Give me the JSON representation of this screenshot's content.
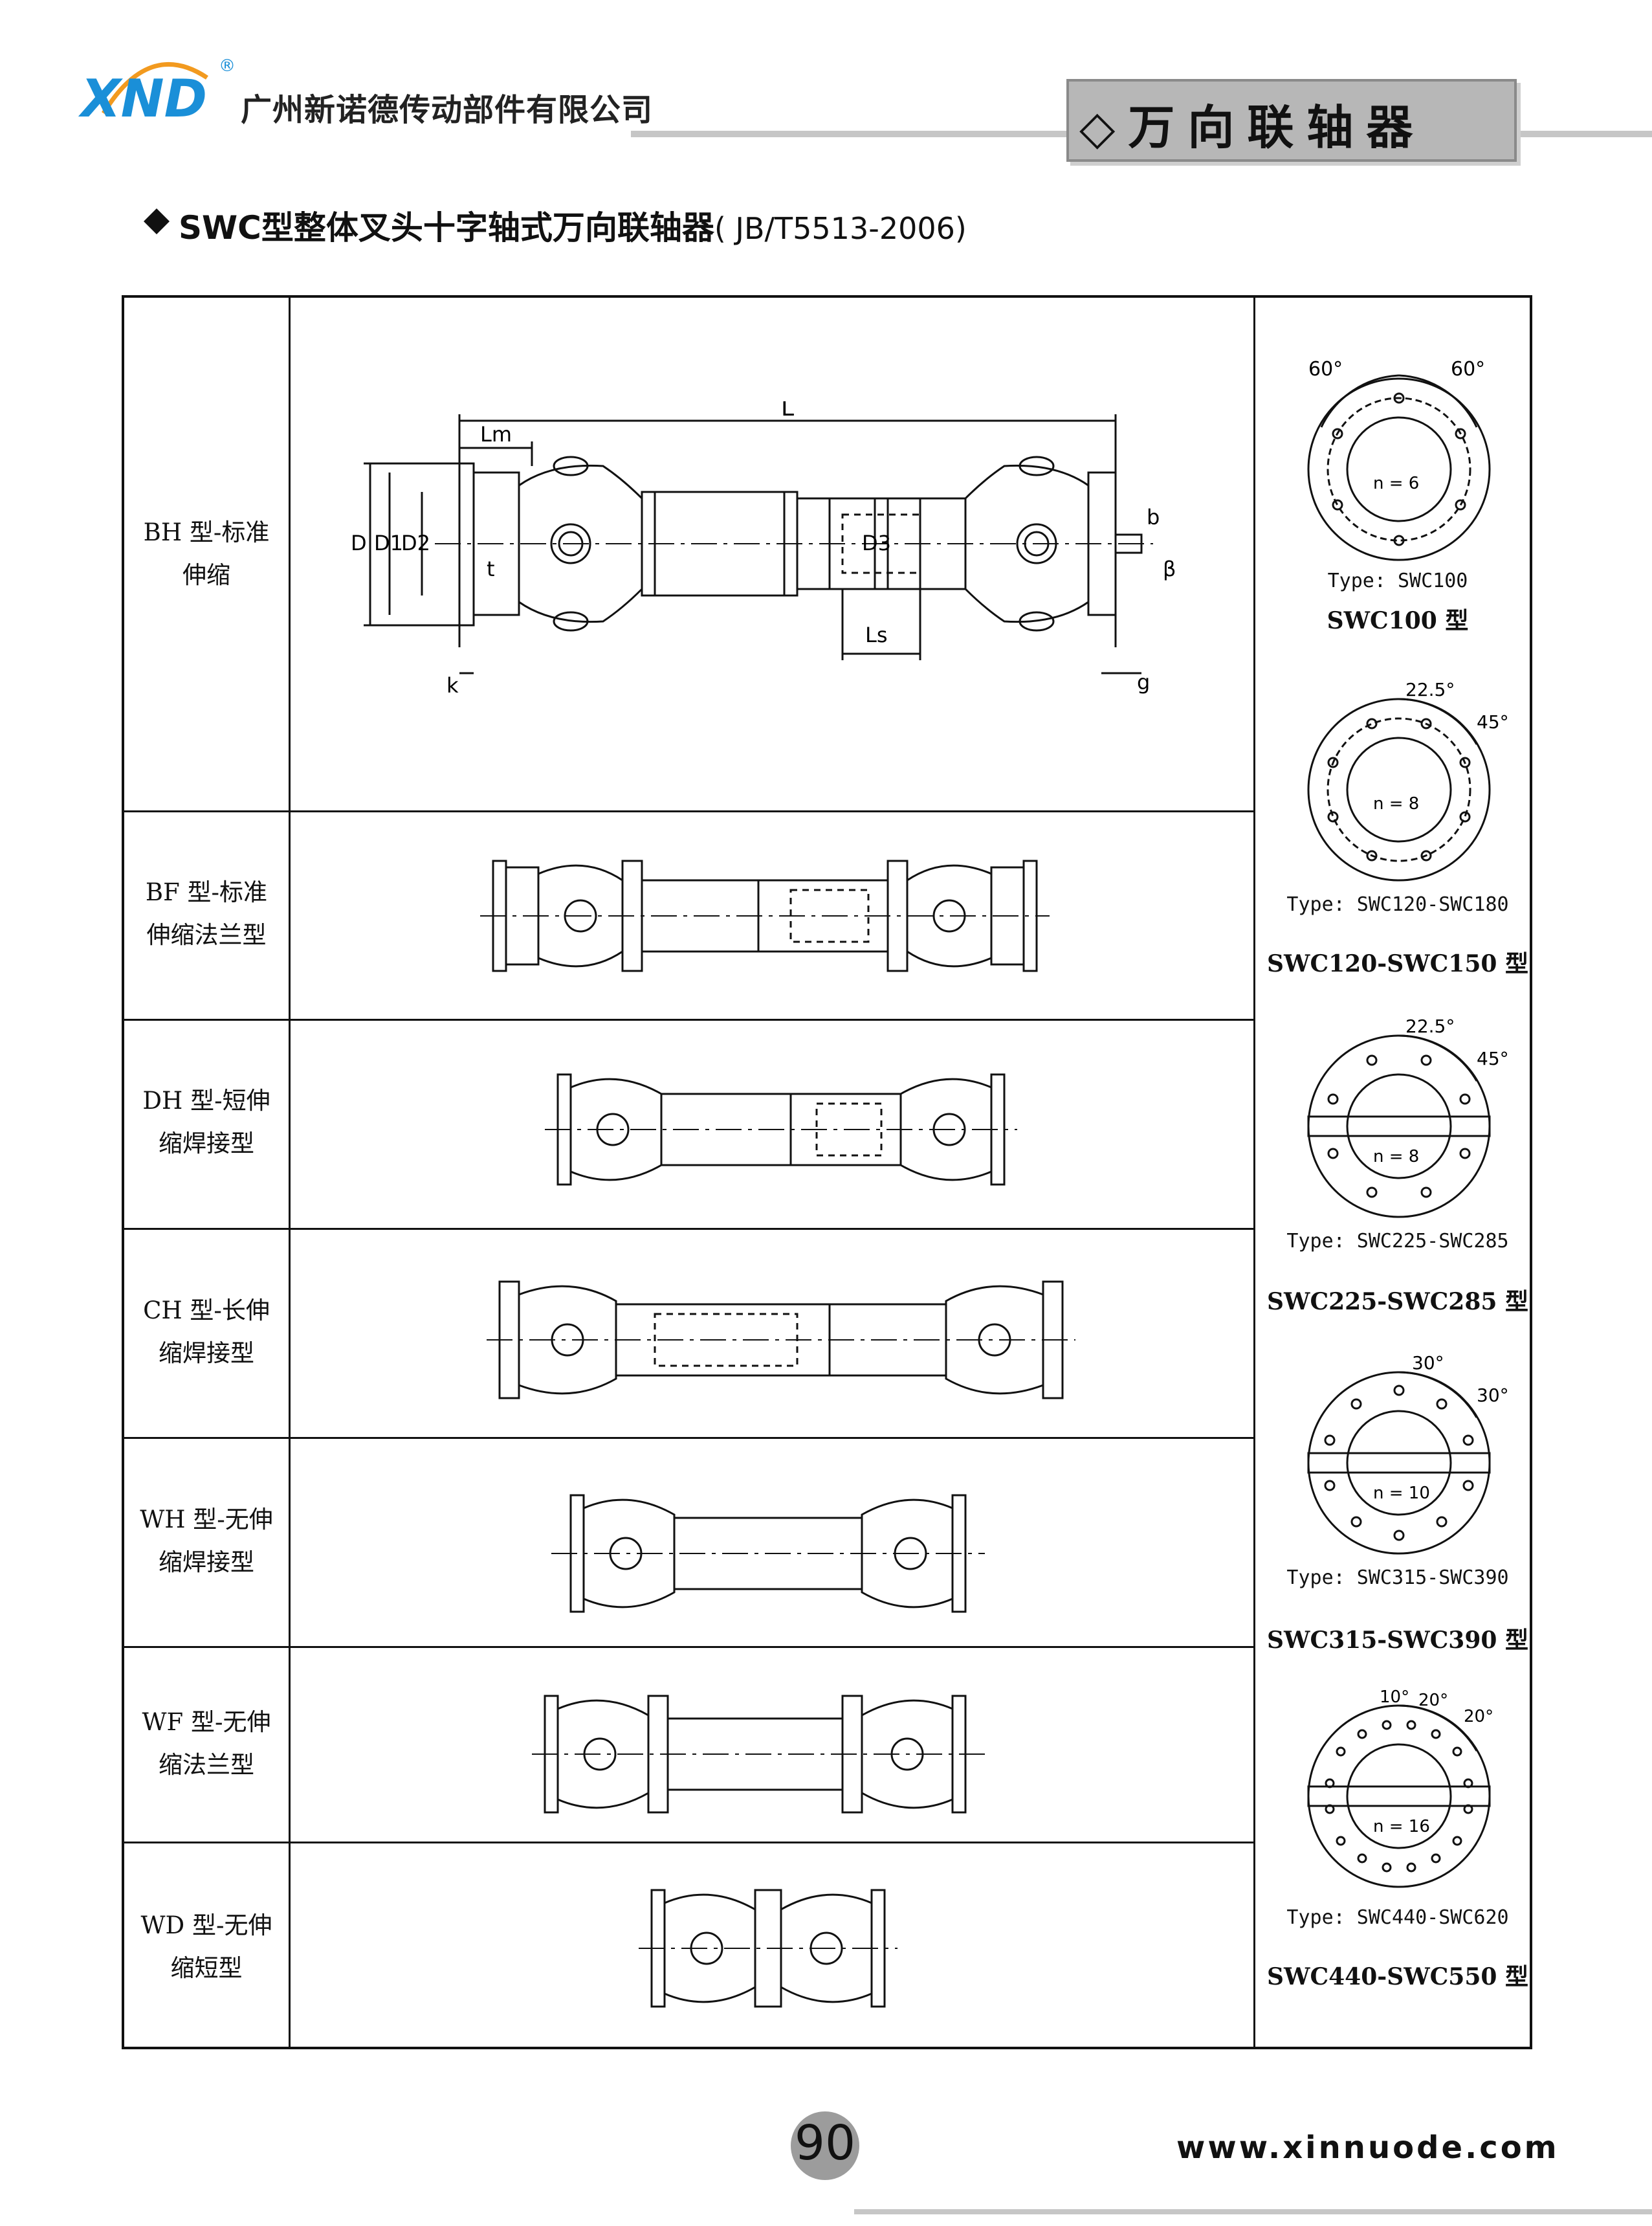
{
  "header": {
    "logo_text": "XND",
    "logo_reg": "®",
    "company": "广州新诺德传动部件有限公司",
    "category_title": "◇万向联轴器"
  },
  "section": {
    "title": "SWC型整体叉头十字轴式万向联轴器",
    "standard": "( JB/T5513-2006)"
  },
  "rows": [
    {
      "line1": "BH 型-标准",
      "line2": "伸缩"
    },
    {
      "line1": "BF 型-标准",
      "line2": "伸缩法兰型"
    },
    {
      "line1": "DH 型-短伸",
      "line2": "缩焊接型"
    },
    {
      "line1": "CH 型-长伸",
      "line2": "缩焊接型"
    },
    {
      "line1": "WH 型-无伸",
      "line2": "缩焊接型"
    },
    {
      "line1": "WF 型-无伸",
      "line2": "缩法兰型"
    },
    {
      "line1": "WD 型-无伸",
      "line2": "缩短型"
    }
  ],
  "dimensions": {
    "L": "L",
    "Lm": "Lm",
    "Ls": "Ls",
    "D": "D",
    "D1": "D1",
    "D2": "D2",
    "D3": "D3",
    "t": "t",
    "k": "k",
    "b": "b",
    "g": "g",
    "beta": "β"
  },
  "flanges": [
    {
      "angles": [
        "60°",
        "60°"
      ],
      "n": "n = 6",
      "type": "Type: SWC100",
      "model": "SWC100 型"
    },
    {
      "angles": [
        "22.5°",
        "45°"
      ],
      "n": "n = 8",
      "type": "Type: SWC120-SWC180",
      "model": "SWC120-SWC150 型"
    },
    {
      "angles": [
        "22.5°",
        "45°"
      ],
      "n": "n = 8",
      "type": "Type: SWC225-SWC285",
      "model": "SWC225-SWC285 型"
    },
    {
      "angles": [
        "30°",
        "30°"
      ],
      "n": "n = 10",
      "type": "Type: SWC315-SWC390",
      "model": "SWC315-SWC390 型"
    },
    {
      "angles": [
        "10°",
        "20°",
        "20°"
      ],
      "n": "n = 16",
      "type": "Type: SWC440-SWC620",
      "model": "SWC440-SWC550 型"
    }
  ],
  "footer": {
    "page": "90",
    "website": "www.xinnuode.com"
  },
  "colors": {
    "logo_blue": "#1a8fd8",
    "logo_orange": "#f29a1f",
    "header_grey": "#b7b7b7"
  }
}
